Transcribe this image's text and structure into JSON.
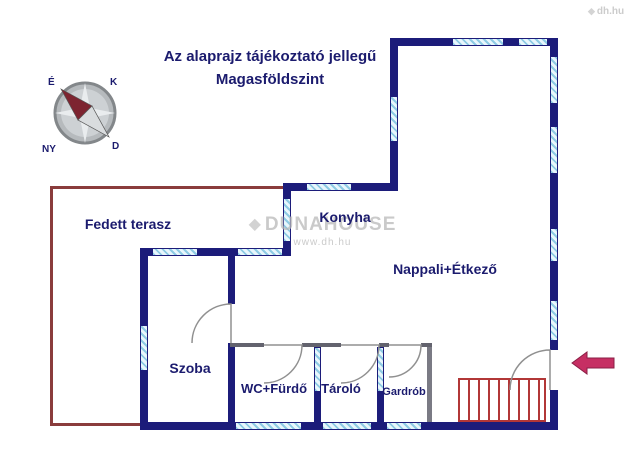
{
  "header": {
    "disclaimer": "Az alaprajz tájékoztató jellegű",
    "floor_name": "Magasföldszint"
  },
  "compass": {
    "north": "É",
    "east": "K",
    "south": "D",
    "west": "NY"
  },
  "rooms": {
    "terrace": "Fedett terasz",
    "kitchen": "Konyha",
    "living_dining": "Nappali+Étkező",
    "bedroom": "Szoba",
    "wc_bathroom": "WC+Fürdő",
    "storage": "Tároló",
    "wardrobe": "Gardrób"
  },
  "watermark": {
    "brand": "DUNAHOUSE",
    "website": "www.dh.hu",
    "corner_logo": "dh.hu"
  },
  "colors": {
    "wall": "#1c1c7a",
    "window_hatch": "#8ecbe4",
    "terrace_wall": "#8a3c3c",
    "stairs": "#b23737",
    "entrance_arrow": "#c62f63",
    "label_text": "#1b1b6e",
    "compass_needle": "#7d2430"
  }
}
